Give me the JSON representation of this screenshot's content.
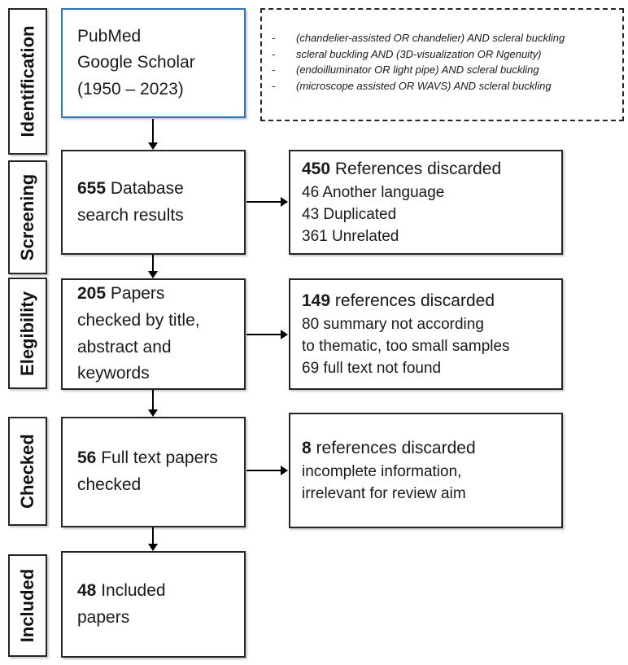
{
  "diagram": {
    "stages": [
      {
        "label": "Identification"
      },
      {
        "label": "Screening"
      },
      {
        "label": "Elegibility"
      },
      {
        "label": "Checked"
      },
      {
        "label": "Included"
      }
    ],
    "source_box": {
      "lines": [
        "PubMed",
        "Google Scholar",
        "(1950 – 2023)"
      ]
    },
    "search_query_box": {
      "bullet": "-",
      "queries": [
        "(chandelier-assisted OR chandelier) AND scleral buckling",
        "scleral buckling AND (3D-visualization OR Ngenuity)",
        "(endoilluminator OR light pipe) AND scleral buckling",
        "(microscope assisted OR WAVS) AND scleral buckling"
      ]
    },
    "flow_boxes": [
      {
        "count": "655",
        "text": [
          "Database",
          "search results"
        ]
      },
      {
        "count": "205",
        "text": [
          "Papers",
          "checked by title,",
          "abstract and",
          "keywords"
        ]
      },
      {
        "count": "56",
        "text": [
          "Full text papers",
          "checked"
        ]
      },
      {
        "count": "48",
        "text": [
          "Included",
          "papers"
        ]
      }
    ],
    "discard_boxes": [
      {
        "count": "450",
        "title": "References discarded",
        "details": [
          "46 Another language",
          "43 Duplicated",
          "361 Unrelated"
        ]
      },
      {
        "count": "149",
        "title": "references discarded",
        "details": [
          "80 summary not according",
          "to thematic, too small samples",
          "69 full text not found"
        ]
      },
      {
        "count": "8",
        "title": "references discarded",
        "details": [
          "incomplete information,",
          "irrelevant for review aim"
        ]
      }
    ],
    "colors": {
      "source_box_border": "#2E75B6",
      "box_border": "#262626",
      "text": "#1a1a1a"
    }
  }
}
